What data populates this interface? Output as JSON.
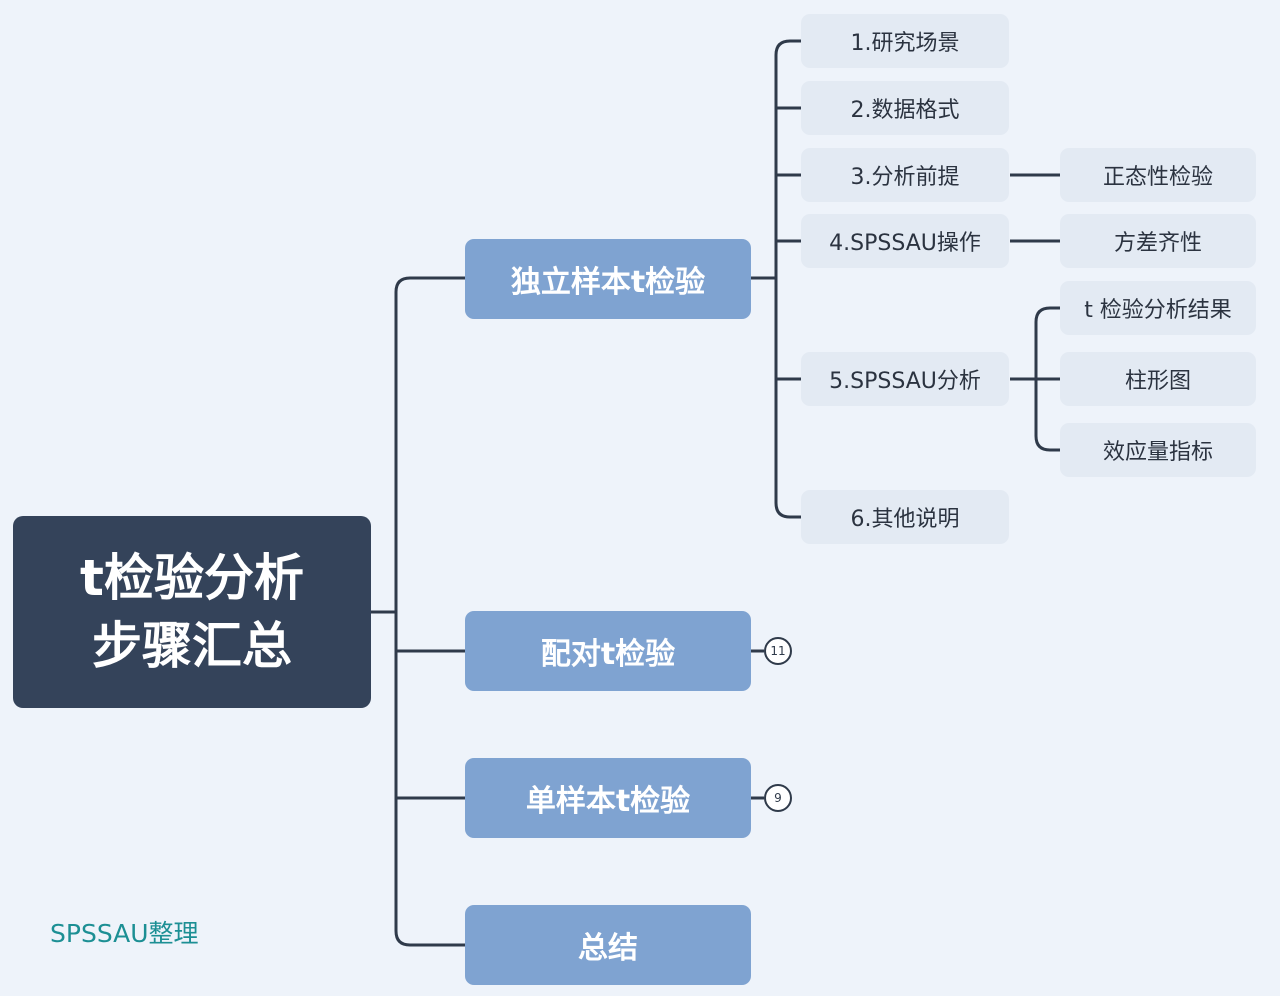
{
  "root": {
    "line1": "t检验分析",
    "line2": "步骤汇总"
  },
  "branches": {
    "independent": "独立样本t检验",
    "paired": "配对t检验",
    "one_sample": "单样本t检验",
    "summary": "总结"
  },
  "badges": {
    "paired_count": "11",
    "one_sample_count": "9"
  },
  "steps": [
    "1.研究场景",
    "2.数据格式",
    "3.分析前提",
    "4.SPSSAU操作",
    "5.SPSSAU分析",
    "6.其他说明"
  ],
  "sub": {
    "normality": "正态性检验",
    "variance": "方差齐性",
    "t_result": "t 检验分析结果",
    "bar_chart": "柱形图",
    "effect_size": "效应量指标"
  },
  "watermark": "SPSSAU整理"
}
